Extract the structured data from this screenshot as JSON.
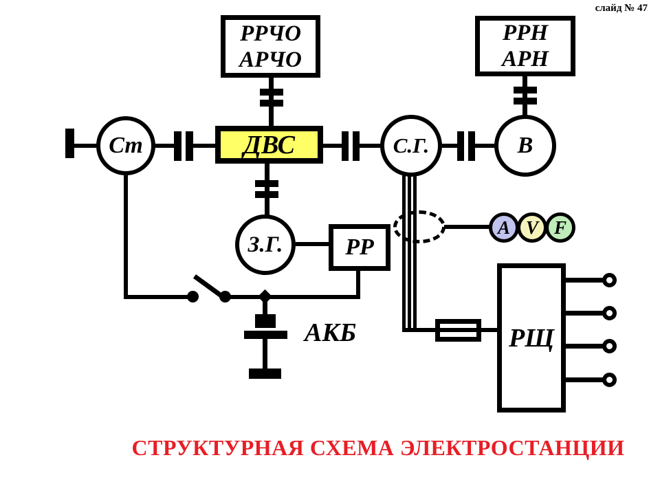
{
  "slide": {
    "label": "слайд № 47"
  },
  "title": {
    "text": "СТРУКТУРНАЯ СХЕМА ЭЛЕКТРОСТАНЦИИ",
    "color": "#e81e26"
  },
  "nodes": {
    "freq_regulator": {
      "line1": "РРЧО",
      "line2": "АРЧО"
    },
    "voltage_regulator": {
      "line1": "РРН",
      "line2": "АРН"
    },
    "starter": {
      "label": "Ст"
    },
    "engine": {
      "label": "ДВС",
      "fill": "#ffff66"
    },
    "sync_generator": {
      "label": "С.Г."
    },
    "exciter": {
      "label": "В"
    },
    "charging_generator": {
      "label": "З.Г."
    },
    "relay_regulator": {
      "label": "РР"
    },
    "battery": {
      "label": "АКБ"
    },
    "switchboard": {
      "label": "РЩ"
    }
  },
  "meters": {
    "ammeter": {
      "label": "A",
      "fill": "#c0c3ee"
    },
    "voltmeter": {
      "label": "V",
      "fill": "#f6f2bc"
    },
    "frequency_meter": {
      "label": "F",
      "fill": "#c0ecba"
    }
  }
}
